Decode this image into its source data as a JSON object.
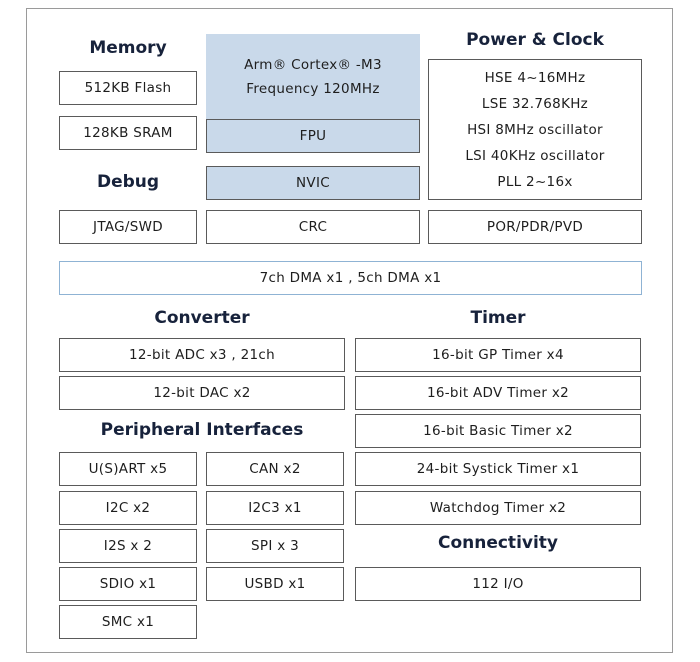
{
  "memory": {
    "heading": "Memory",
    "items": [
      "512KB Flash",
      "128KB SRAM"
    ]
  },
  "core": {
    "line1": "Arm® Cortex® -M3",
    "line2": "Frequency 120MHz",
    "fpu": "FPU",
    "nvic": "NVIC",
    "crc": "CRC"
  },
  "power_clock": {
    "heading": "Power & Clock",
    "items": [
      "HSE 4~16MHz",
      "LSE 32.768KHz",
      "HSI 8MHz oscillator",
      "LSI 40KHz oscillator",
      "PLL 2~16x"
    ],
    "por": "POR/PDR/PVD"
  },
  "debug": {
    "heading": "Debug",
    "item": "JTAG/SWD"
  },
  "dma": "7ch DMA  x1 , 5ch DMA x1",
  "converter": {
    "heading": "Converter",
    "items": [
      "12-bit ADC x3 , 21ch",
      "12-bit DAC x2"
    ]
  },
  "timer": {
    "heading": "Timer",
    "items": [
      "16-bit GP Timer x4",
      "16-bit  ADV Timer x2",
      "16-bit Basic Timer x2",
      "24-bit  Systick Timer x1",
      "Watchdog Timer x2"
    ]
  },
  "peripheral": {
    "heading": "Peripheral Interfaces",
    "left": [
      "U(S)ART x5",
      "I2C x2",
      "I2S x 2",
      "SDIO x1",
      "SMC x1"
    ],
    "right": [
      "CAN x2",
      "I2C3 x1",
      "SPI x 3",
      "USBD x1"
    ]
  },
  "connectivity": {
    "heading": "Connectivity",
    "item": "112 I/O"
  }
}
